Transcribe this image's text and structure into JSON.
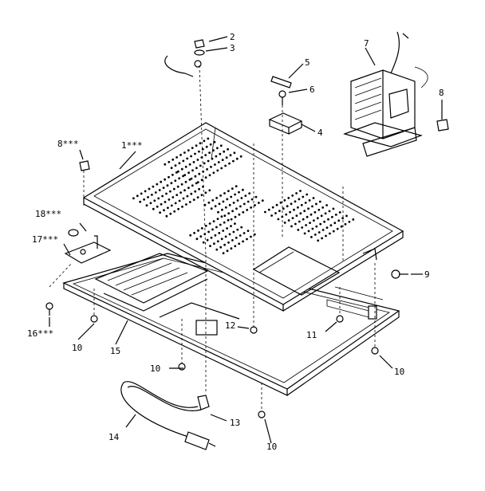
{
  "callouts": {
    "c1": "1***",
    "c2": "2",
    "c3": "3",
    "c4": "4",
    "c5": "5",
    "c6": "6",
    "c7": "7",
    "c8a": "8",
    "c8b": "8***",
    "c9": "9",
    "c10a": "10",
    "c10b": "10",
    "c10c": "10",
    "c10d": "10",
    "c11": "11",
    "c12": "12",
    "c13": "13",
    "c14": "14",
    "c15": "15",
    "c16": "16***",
    "c17": "17***",
    "c18": "18***"
  }
}
